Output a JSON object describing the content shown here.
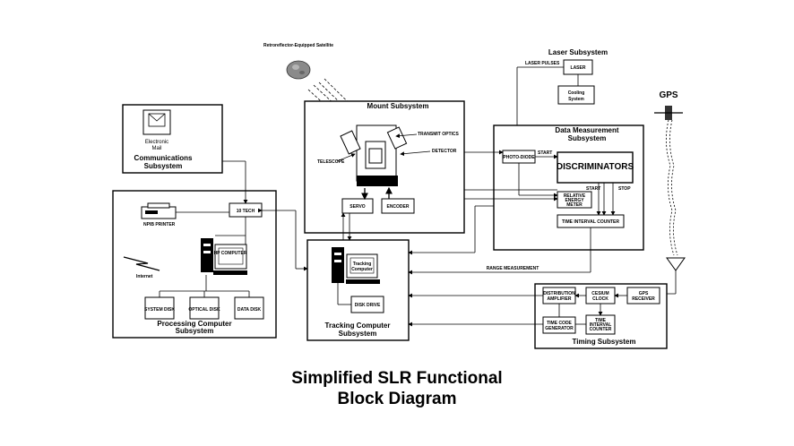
{
  "title_line1": "Simplified SLR Functional",
  "title_line2": "Block Diagram",
  "satellite": "Retroreflector-Equipped Satellite",
  "gps": "GPS",
  "communications": {
    "email_line1": "Electronic",
    "email_line2": "Mail",
    "label_line1": "Communications",
    "label_line2": "Subsystem"
  },
  "processing": {
    "label_line1": "Processing Computer",
    "label_line2": "Subsystem",
    "printer": "NPIB PRINTER",
    "modem": "10 TECH",
    "computer": "HP COMPUTER",
    "internet": "Internet",
    "disks": [
      "SYSTEM DISK",
      "OPTICAL DISK",
      "DATA DISK"
    ]
  },
  "mount": {
    "label": "Mount Subsystem",
    "transmit_optics": "TRANSMIT OPTICS",
    "detector": "DETECTOR",
    "telescope": "TELESCOPE",
    "servo": "SERVO",
    "encoder": "ENCODER"
  },
  "laser": {
    "label": "Laser Subsystem",
    "pulses": "LASER PULSES",
    "laser": "LASER",
    "cooling_line1": "Cooling",
    "cooling_line2": "System"
  },
  "data_measurement": {
    "label_line1": "Data Measurement",
    "label_line2": "Subsystem",
    "photodiode": "PHOTO-DIODE",
    "start": "START",
    "discriminators": "DISCRIMINATORS",
    "start2": "START",
    "stop": "STOP",
    "energy_line1": "RELATIVE",
    "energy_line2": "ENERGY",
    "energy_line3": "METER",
    "tic": "TIME INTERVAL COUNTER"
  },
  "tracking": {
    "computer_line1": "Tracking",
    "computer_line2": "Computer",
    "disk": "DISK DRIVE",
    "label_line1": "Tracking Computer",
    "label_line2": "Subsystem"
  },
  "range_measurement": "RANGE MEASUREMENT",
  "timing": {
    "label": "Timing Subsystem",
    "distribution_line1": "DISTRIBUTION",
    "distribution_line2": "AMPLIFIER",
    "cesium_line1": "CESIUM",
    "cesium_line2": "CLOCK",
    "gps_line1": "GPS",
    "gps_line2": "RECEIVER",
    "tcg_line1": "TIME CODE",
    "tcg_line2": "GENERATOR",
    "tic_line1": "TIME",
    "tic_line2": "INTERVAL",
    "tic_line3": "COUNTER"
  }
}
